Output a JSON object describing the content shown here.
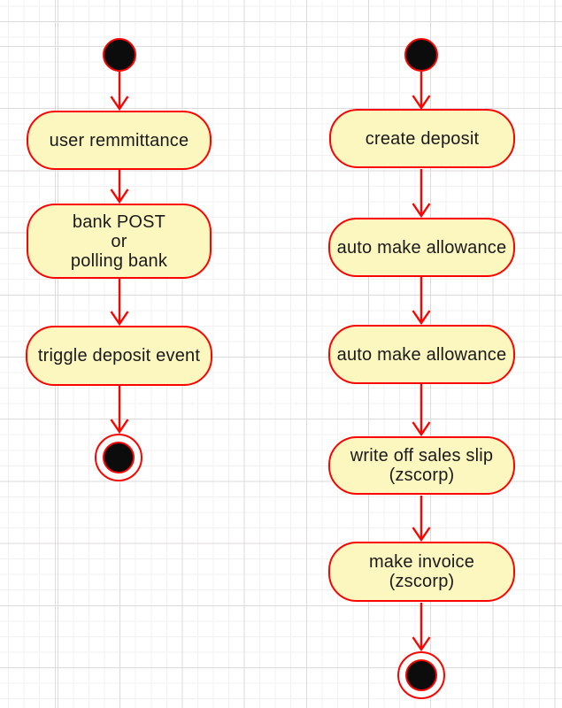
{
  "canvas": {
    "background": "#ffffff",
    "grid": {
      "minor_color": "#f3f0f0",
      "major_color": "#dcdada"
    }
  },
  "style": {
    "node_fill": "#fcf6bf",
    "node_border": "#fa0400",
    "arrow_color": "#fa0400",
    "text_color": "#1a1a1a",
    "start_end_fill": "#0c0c0c"
  },
  "diagram": {
    "type": "uml-activity-diagram",
    "left_flow": {
      "start": "initial-node",
      "steps": [
        "user remmittance",
        "bank POST\nor\npolling bank",
        "triggle deposit event"
      ],
      "end": "activity-final-node"
    },
    "right_flow": {
      "start": "initial-node",
      "steps": [
        "create deposit",
        "auto make allowance",
        "auto make allowance",
        "write off sales slip\n(zscorp)",
        "make invoice\n(zscorp)"
      ],
      "end": "activity-final-node"
    }
  }
}
